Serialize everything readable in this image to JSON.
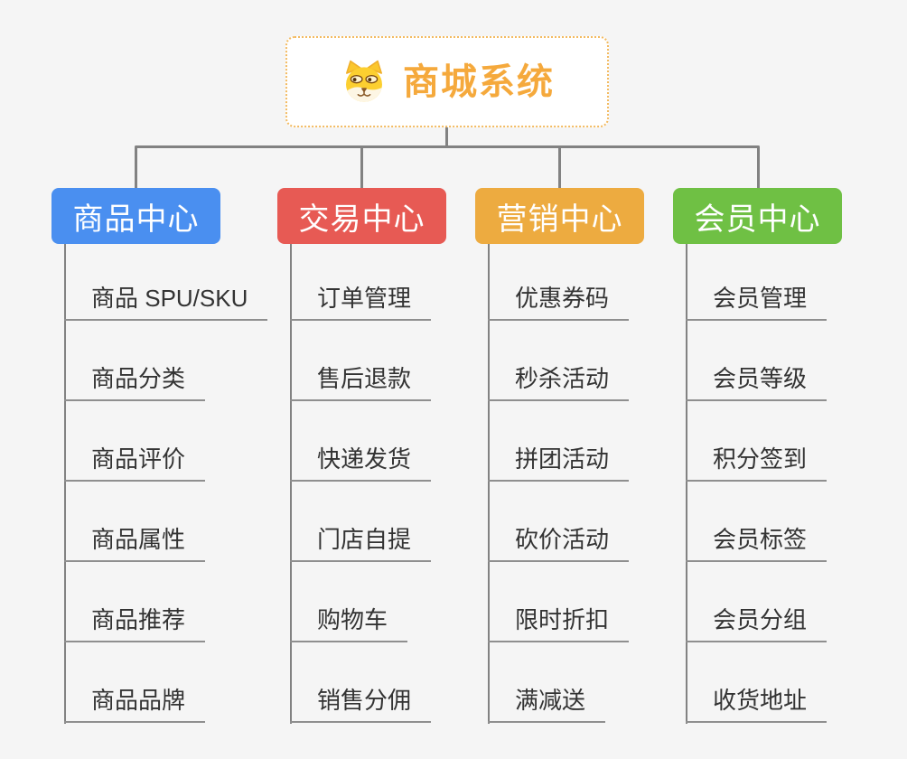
{
  "canvas": {
    "background": "#f5f5f5",
    "connector_color": "#828282",
    "underline_color": "#8f8f8f"
  },
  "root": {
    "label": "商城系统",
    "icon": "dog-face-icon",
    "text_color": "#f5a93c",
    "border_color": "#f3bb62",
    "background": "#ffffff"
  },
  "branches": [
    {
      "label": "商品中心",
      "color": "#4a8ff0",
      "items": [
        "商品 SPU/SKU",
        "商品分类",
        "商品评价",
        "商品属性",
        "商品推荐",
        "商品品牌"
      ]
    },
    {
      "label": "交易中心",
      "color": "#e75a54",
      "items": [
        "订单管理",
        "售后退款",
        "快递发货",
        "门店自提",
        "购物车",
        "销售分佣"
      ]
    },
    {
      "label": "营销中心",
      "color": "#edab40",
      "items": [
        "优惠券码",
        "秒杀活动",
        "拼团活动",
        "砍价活动",
        "限时折扣",
        "满减送"
      ]
    },
    {
      "label": "会员中心",
      "color": "#6fc044",
      "items": [
        "会员管理",
        "会员等级",
        "积分签到",
        "会员标签",
        "会员分组",
        "收货地址"
      ]
    }
  ]
}
